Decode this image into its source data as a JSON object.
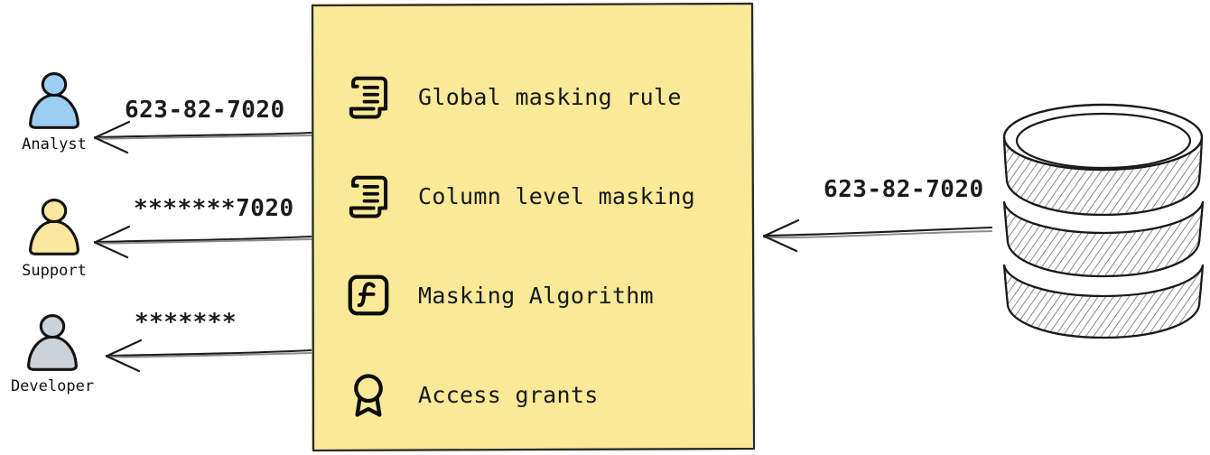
{
  "diagram": {
    "type": "data-masking-flow",
    "background": "#ffffff",
    "accent_panel_color": "#FAE997",
    "stroke_color": "#1a1a1a"
  },
  "actors": [
    {
      "id": "analyst",
      "label": "Analyst",
      "icon": "person-icon",
      "fill_color": "#9CCDF2",
      "received_value": "623-82-7020",
      "masked": false
    },
    {
      "id": "support",
      "label": "Support",
      "icon": "person-icon",
      "fill_color": "#FBE8A0",
      "received_value": "*******7020",
      "masked": true
    },
    {
      "id": "developer",
      "label": "Developer",
      "icon": "person-icon",
      "fill_color": "#CBD2D9",
      "received_value": "*******",
      "masked": true
    }
  ],
  "policy_panel": {
    "items": [
      {
        "label": "Global masking rule",
        "icon": "scroll-icon"
      },
      {
        "label": "Column level masking",
        "icon": "scroll-icon"
      },
      {
        "label": "Masking Algorithm",
        "icon": "function-box-icon"
      },
      {
        "label": "Access grants",
        "icon": "award-ribbon-icon"
      }
    ]
  },
  "source": {
    "icon": "database-cylinder-icon",
    "outgoing_value": "623-82-7020"
  },
  "arrows": [
    {
      "id": "arrow-to-analyst",
      "direction": "left",
      "label": "623-82-7020"
    },
    {
      "id": "arrow-to-support",
      "direction": "left",
      "label": "*******7020"
    },
    {
      "id": "arrow-to-developer",
      "direction": "left",
      "label": "*******"
    },
    {
      "id": "arrow-db-to-policy",
      "direction": "left",
      "label": "623-82-7020"
    }
  ]
}
